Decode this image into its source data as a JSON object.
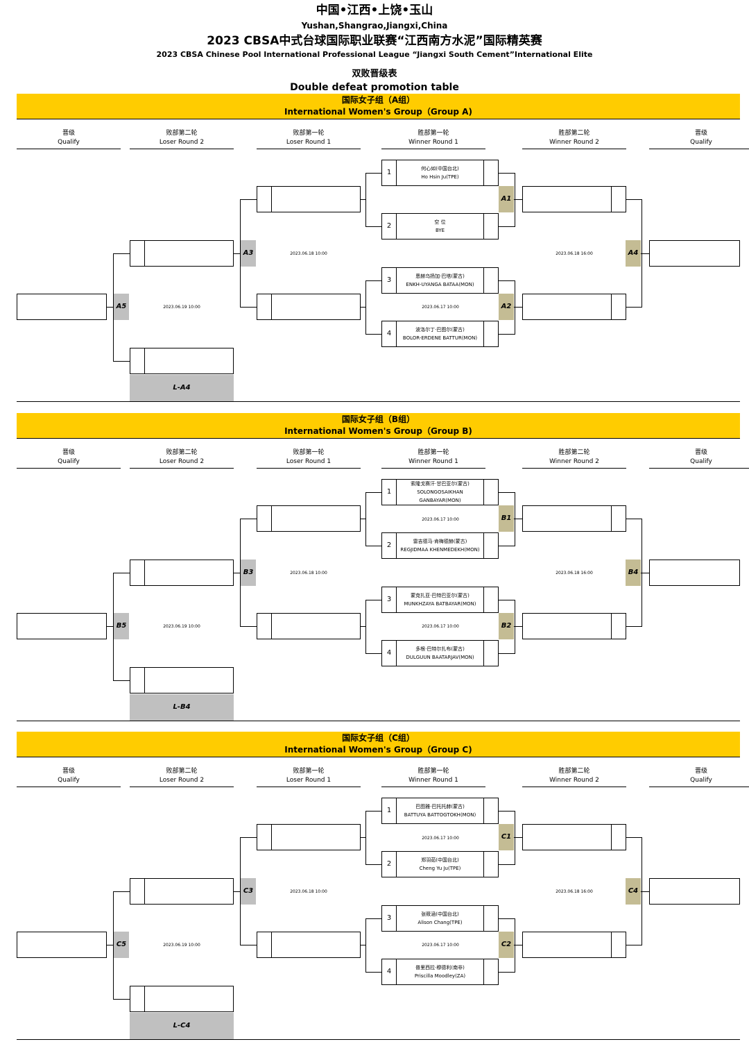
{
  "header": {
    "location_cn": "中国•江西•上饶•玉山",
    "location_en": "Yushan,Shangrao,Jiangxi,China",
    "title_cn": "2023 CBSA中式台球国际职业联赛“江西南方水泥”国际精英赛",
    "title_en": "2023 CBSA Chinese Pool International Professional League “Jiangxi South Cement”International Elite",
    "table_cn": "双败晋级表",
    "table_en": "Double defeat promotion table"
  },
  "columns": {
    "qualify_cn": "晋级",
    "qualify_en": "Qualify",
    "lr2_cn": "败部第二轮",
    "lr2_en": "Loser Round 2",
    "lr1_cn": "败部第一轮",
    "lr1_en": "Loser Round 1",
    "wr1_cn": "胜部第一轮",
    "wr1_en": "Winner Round 1",
    "wr2_cn": "胜部第二轮",
    "wr2_en": "Winner Round 2"
  },
  "groups": [
    {
      "title_cn": "国际女子组（A组）",
      "title_en": "International Women's Group（Group A)",
      "players": [
        {
          "seed": "1",
          "name_cn": "何心如(中国台北)",
          "name_en": "Ho Hsin Ju(TPE)"
        },
        {
          "seed": "2",
          "name_cn": "空 位",
          "name_en": "BYE"
        },
        {
          "seed": "3",
          "name_cn": "恩赫乌扬加·巴塔(蒙古)",
          "name_en": "ENKH-UYANGA BATAA(MON)"
        },
        {
          "seed": "4",
          "name_cn": "波洛尔丁·巴图尔(蒙古)",
          "name_en": "BOLOR-ERDENE BATTUR(MON)"
        }
      ],
      "m1": "A1",
      "m2": "A2",
      "m3": "A3",
      "m4": "A4",
      "m5": "A5",
      "loser": "L-A4",
      "m1_time": "",
      "m2_time": "2023.06.17 10:00",
      "lr1_time": "2023.06.18 10:00",
      "wr2_time": "2023.06.18 16:00",
      "lr2_time": "2023.06.19 10:00"
    },
    {
      "title_cn": "国际女子组（B组）",
      "title_en": "International Women's Group（Group B)",
      "players": [
        {
          "seed": "1",
          "name_cn": "索隆戈赛汗·甘巴亚尔(蒙古)",
          "name_en": "SOLONGOSAIKHAN GANBAYAR(MON)"
        },
        {
          "seed": "2",
          "name_cn": "雷吉德马·肯梅德赫(蒙古)",
          "name_en": "REGJIDMAA KHENMEDEKH(MON)"
        },
        {
          "seed": "3",
          "name_cn": "蒙克扎亚·巴特巴亚尔(蒙古)",
          "name_en": "MUNKHZAYA BATBAYAR(MON)"
        },
        {
          "seed": "4",
          "name_cn": "多根·巴特尔扎布(蒙古)",
          "name_en": "DULGUUN BAATARJAV(MON)"
        }
      ],
      "m1": "B1",
      "m2": "B2",
      "m3": "B3",
      "m4": "B4",
      "m5": "B5",
      "loser": "L-B4",
      "m1_time": "2023.06.17 10:00",
      "m2_time": "2023.06.17 10:00",
      "lr1_time": "2023.06.18 10:00",
      "wr2_time": "2023.06.18 16:00",
      "lr2_time": "2023.06.19 10:00"
    },
    {
      "title_cn": "国际女子组（C组）",
      "title_en": "International Women's Group（Group C)",
      "players": [
        {
          "seed": "1",
          "name_cn": "巴图雅·巴托托赫(蒙古)",
          "name_en": "BATTUYA BATTOGTOKH(MON)"
        },
        {
          "seed": "2",
          "name_cn": "郑羽茹(中国台北)",
          "name_en": "Cheng Yu Ju(TPE)"
        },
        {
          "seed": "3",
          "name_cn": "张筱涵(中国台北)",
          "name_en": "Alison Chang(TPE)"
        },
        {
          "seed": "4",
          "name_cn": "普里西拉·穆德利(南非)",
          "name_en": "Priscilla Moodley(ZA)"
        }
      ],
      "m1": "C1",
      "m2": "C2",
      "m3": "C3",
      "m4": "C4",
      "m5": "C5",
      "loser": "L-C4",
      "m1_time": "2023.06.17 10:00",
      "m2_time": "2023.06.17 10:00",
      "lr1_time": "2023.06.18 10:00",
      "wr2_time": "2023.06.18 16:00",
      "lr2_time": "2023.06.19 10:00"
    }
  ],
  "colors": {
    "header_bar": "#ffcc00",
    "winner_tag": "#c4bc94",
    "loser_tag": "#c0c0c0"
  }
}
